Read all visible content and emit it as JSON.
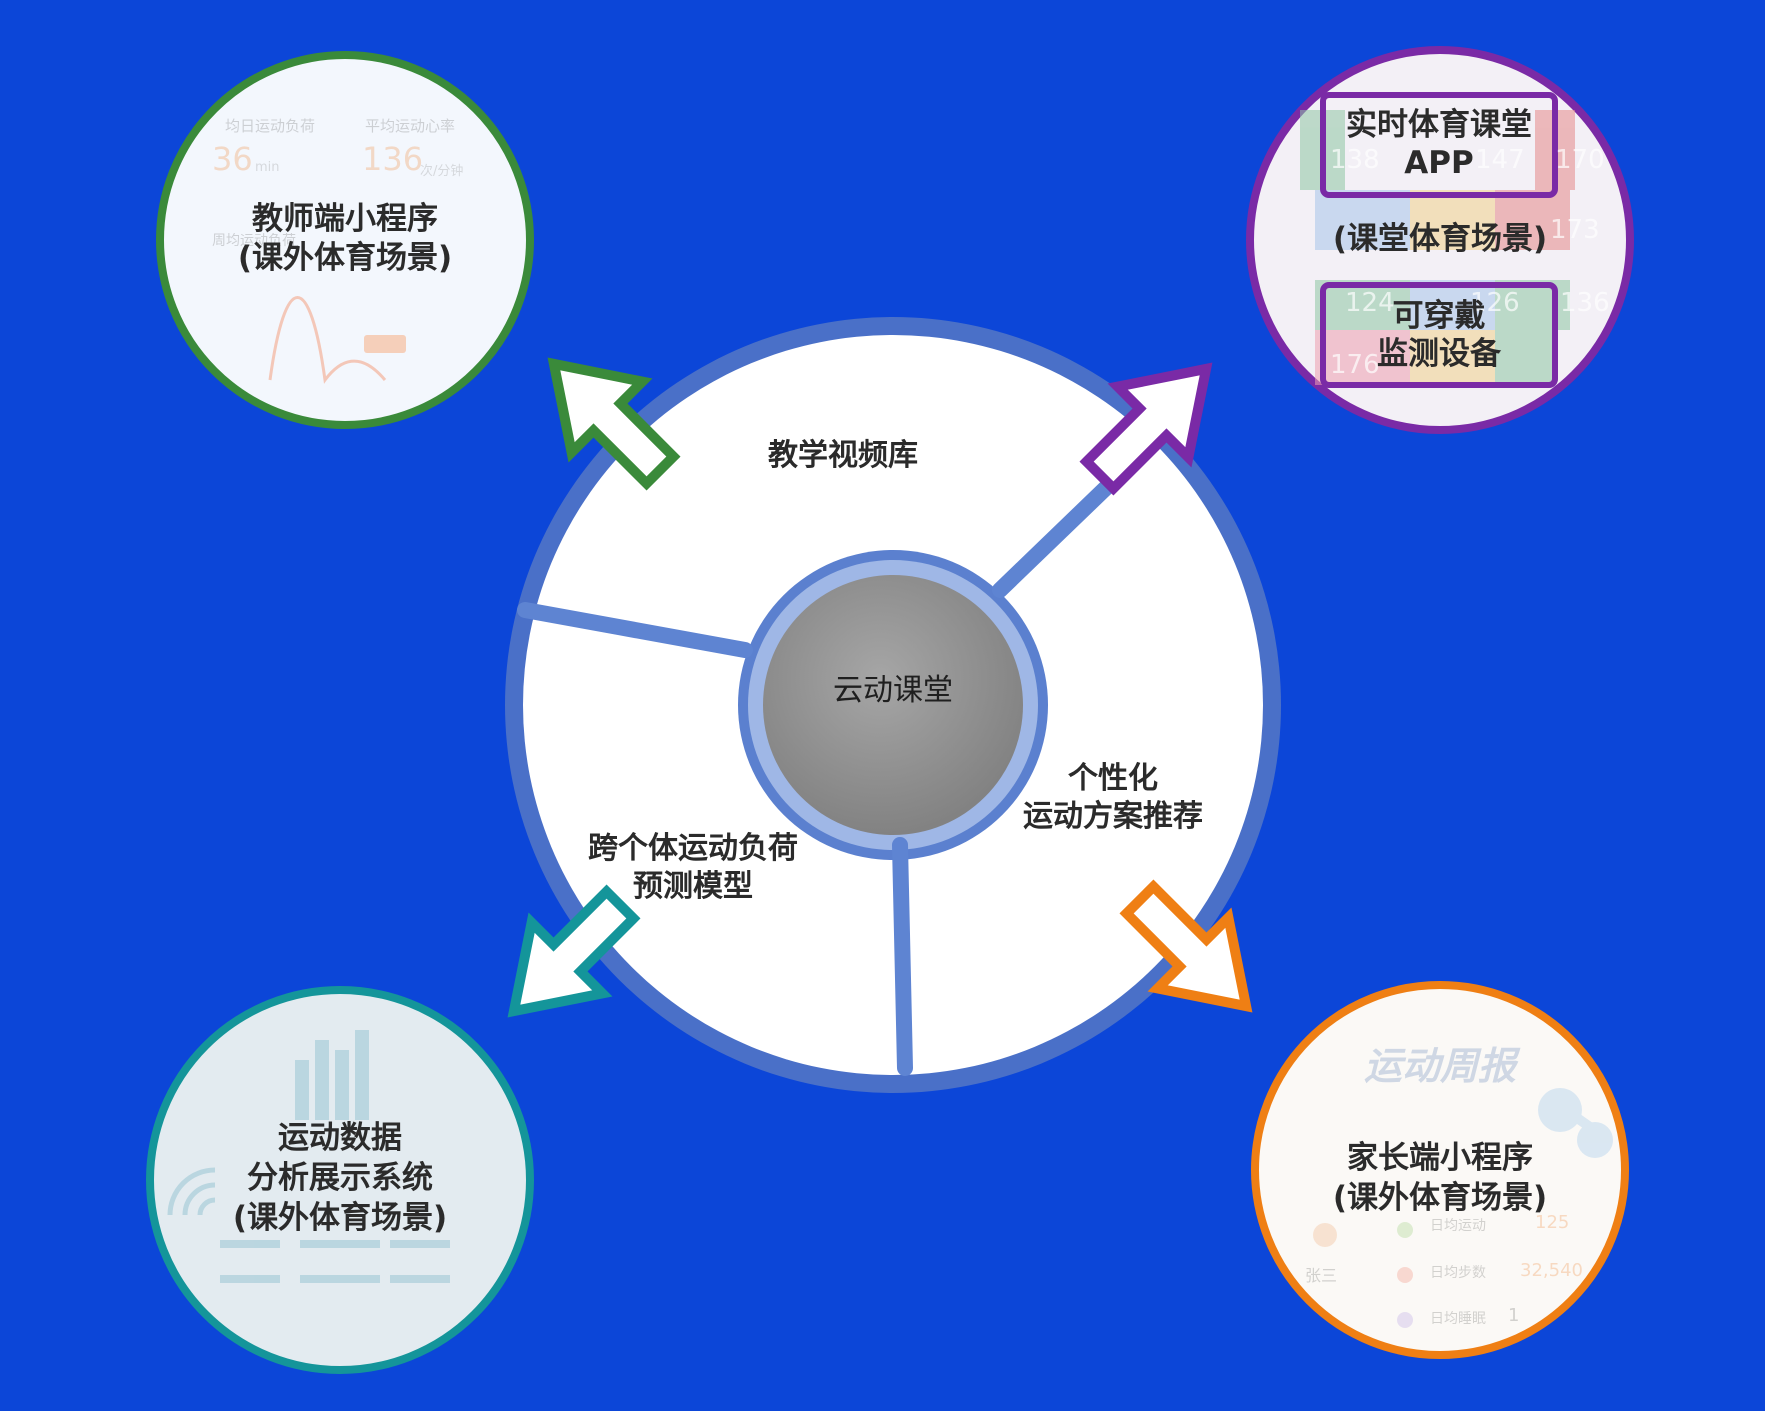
{
  "center": {
    "label": "云动课堂"
  },
  "ring_segments": {
    "top": "教学视频库",
    "right": [
      "个性化",
      "运动方案推荐"
    ],
    "left": [
      "跨个体运动负荷",
      "预测模型"
    ]
  },
  "satellites": {
    "teacher": {
      "lines": [
        "教师端小程序",
        "(课外体育场景)"
      ],
      "color": "#3a8a3a",
      "bg_text": [
        "均日运动负荷",
        "平均运动心率",
        "36",
        "min",
        "136",
        "次/分钟",
        "周均运动负荷"
      ]
    },
    "classroom": {
      "box1": [
        "实时体育课堂",
        "APP"
      ],
      "middle": "(课堂体育场景)",
      "box2": [
        "可穿戴",
        "监测设备"
      ],
      "color": "#7a2aa6",
      "bg_text": [
        "138",
        "147",
        "170",
        "173",
        "124",
        "126",
        "136",
        "176"
      ]
    },
    "analytics": {
      "lines": [
        "运动数据",
        "分析展示系统",
        "(课外体育场景)"
      ],
      "color": "#14959a"
    },
    "parent": {
      "lines": [
        "家长端小程序",
        "(课外体育场景)"
      ],
      "title": "运动周报",
      "color": "#ef7f14",
      "bg_text": [
        "日均运动",
        "125",
        "张三",
        "日均步数",
        "32,540",
        "日均睡眠",
        "1"
      ]
    }
  }
}
